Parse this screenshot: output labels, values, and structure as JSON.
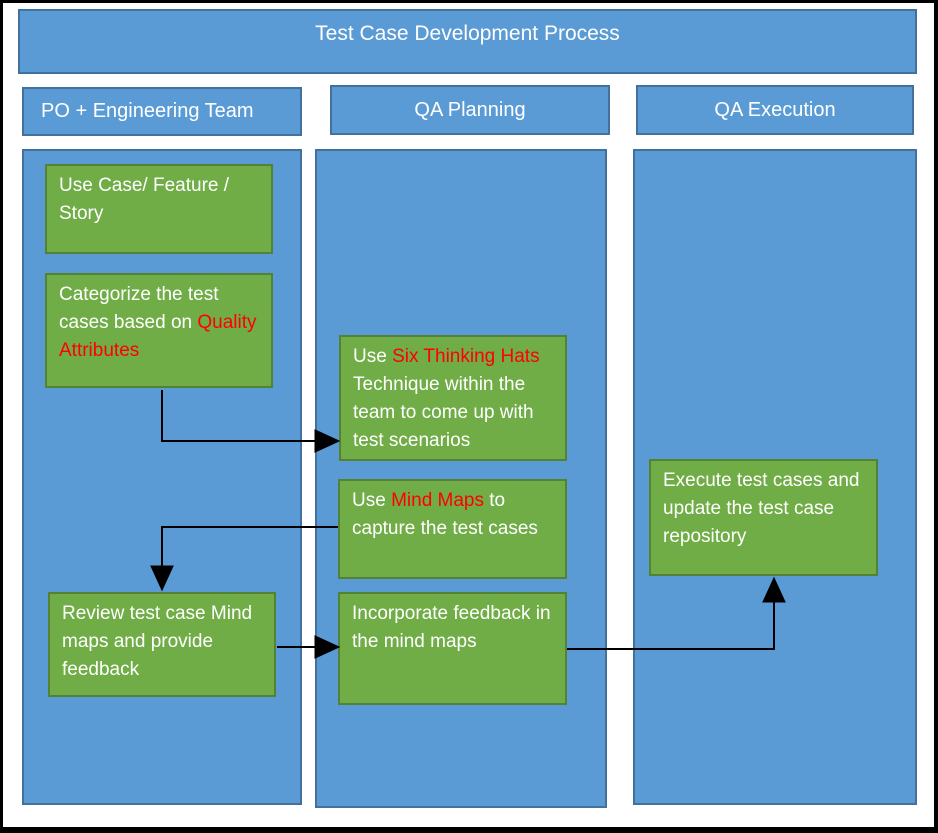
{
  "colors": {
    "lane_fill": "#5b9bd5",
    "lane_border": "#41719c",
    "box_fill": "#70ad47",
    "box_border": "#548235",
    "text": "#ffffff",
    "accent": "#ff0000",
    "arrow": "#000000",
    "frame": "#000000",
    "background": "#ffffff"
  },
  "title": {
    "text": "Test Case Development Process"
  },
  "lanes": [
    {
      "id": "po-engineering",
      "header": "PO + Engineering Team"
    },
    {
      "id": "qa-planning",
      "header": "QA Planning"
    },
    {
      "id": "qa-execution",
      "header": "QA Execution"
    }
  ],
  "boxes": [
    {
      "id": "use-case",
      "lane": "po-engineering",
      "segments": [
        {
          "text": "Use Case/ Feature / Story",
          "color": "#ffffff"
        }
      ]
    },
    {
      "id": "categorize",
      "lane": "po-engineering",
      "segments": [
        {
          "text": "Categorize the test cases based on ",
          "color": "#ffffff"
        },
        {
          "text": "Quality Attributes",
          "color": "#ff0000"
        }
      ]
    },
    {
      "id": "six-thinking-hats",
      "lane": "qa-planning",
      "segments": [
        {
          "text": "Use ",
          "color": "#ffffff"
        },
        {
          "text": "Six Thinking Hats",
          "color": "#ff0000"
        },
        {
          "text": " Technique within the team to come up with test scenarios",
          "color": "#ffffff"
        }
      ]
    },
    {
      "id": "mind-maps",
      "lane": "qa-planning",
      "segments": [
        {
          "text": "Use ",
          "color": "#ffffff"
        },
        {
          "text": "Mind Maps",
          "color": "#ff0000"
        },
        {
          "text": " to capture the test cases",
          "color": "#ffffff"
        }
      ]
    },
    {
      "id": "incorporate-feedback",
      "lane": "qa-planning",
      "segments": [
        {
          "text": "Incorporate feedback in the mind maps",
          "color": "#ffffff"
        }
      ]
    },
    {
      "id": "review-mind-maps",
      "lane": "po-engineering",
      "segments": [
        {
          "text": "Review test case Mind maps and provide feedback",
          "color": "#ffffff"
        }
      ]
    },
    {
      "id": "execute-test-cases",
      "lane": "qa-execution",
      "segments": [
        {
          "text": "Execute test cases and update the test case repository",
          "color": "#ffffff"
        }
      ]
    }
  ],
  "arrows": [
    {
      "from": "categorize",
      "to": "six-thinking-hats"
    },
    {
      "from": "mind-maps",
      "to": "review-mind-maps"
    },
    {
      "from": "review-mind-maps",
      "to": "incorporate-feedback"
    },
    {
      "from": "incorporate-feedback",
      "to": "execute-test-cases"
    }
  ]
}
